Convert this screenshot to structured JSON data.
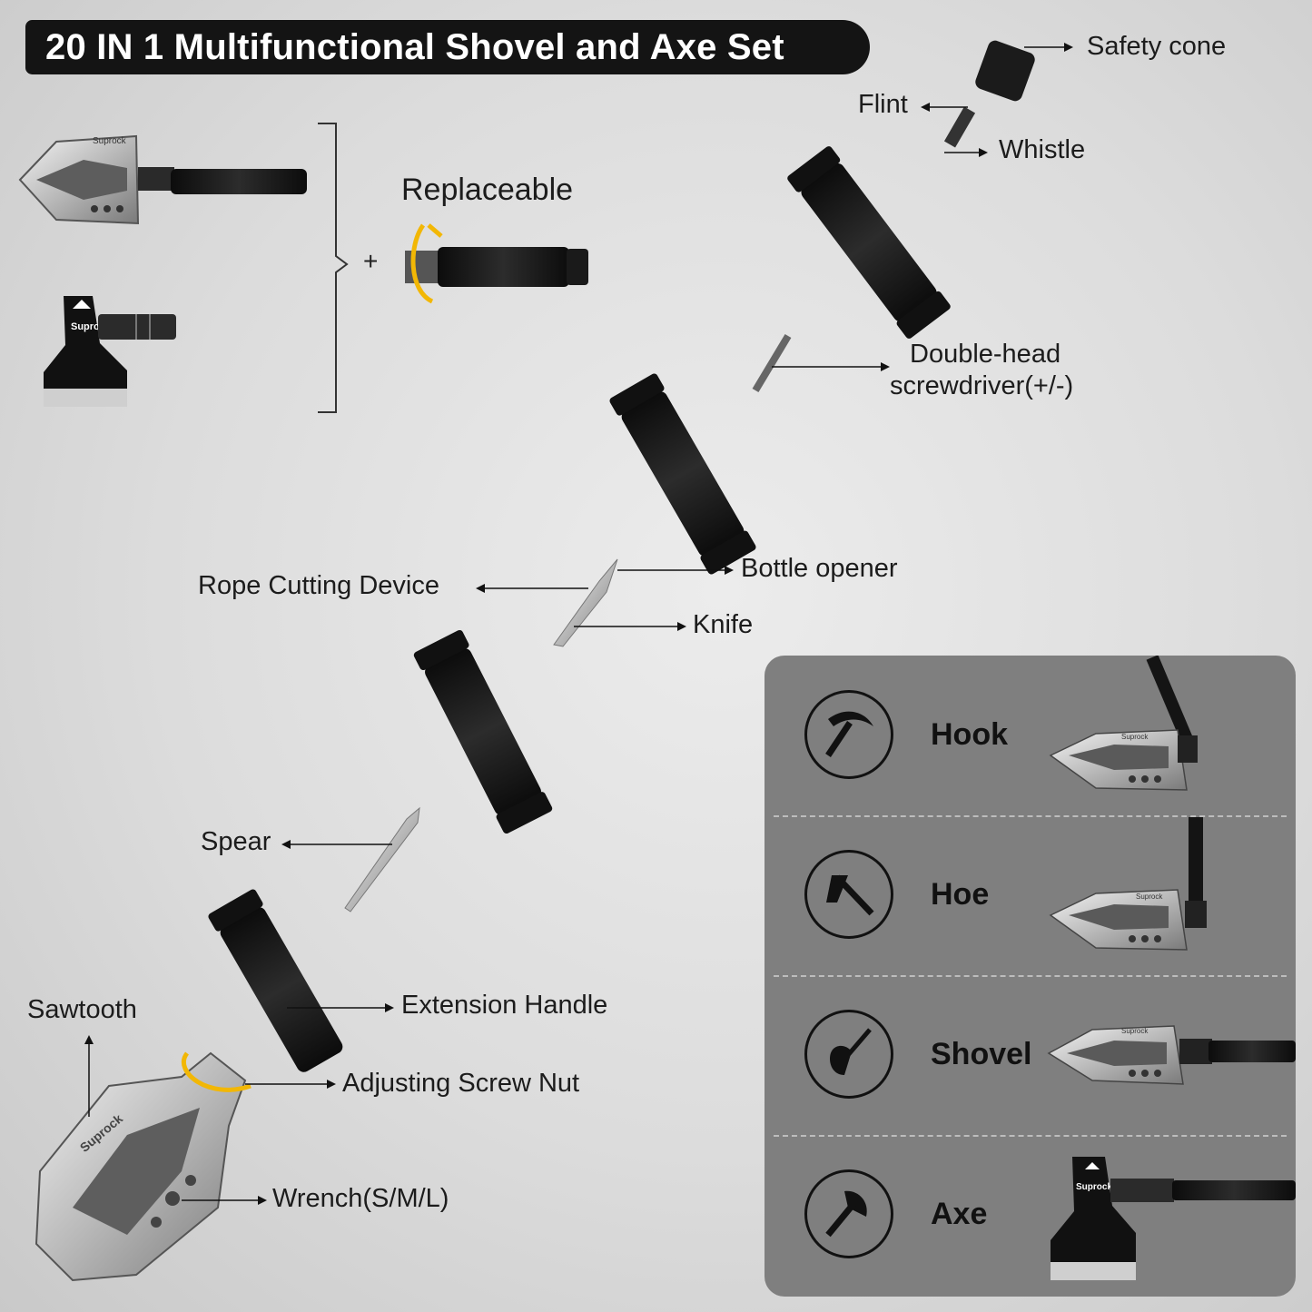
{
  "title": "20 IN 1 Multifunctional Shovel and Axe Set",
  "replaceable": {
    "heading": "Replaceable",
    "plus": "+",
    "shovel_brand": "Suprock",
    "axe_brand": "Suprock"
  },
  "callouts": {
    "safety_cone": "Safety cone",
    "flint": "Flint",
    "whistle": "Whistle",
    "screwdriver_line1": "Double-head",
    "screwdriver_line2": "screwdriver(+/-)",
    "bottle_opener": "Bottle opener",
    "rope_cutting": "Rope Cutting Device",
    "knife": "Knife",
    "spear": "Spear",
    "extension_handle": "Extension Handle",
    "sawtooth": "Sawtooth",
    "adjusting_nut": "Adjusting Screw Nut",
    "wrench": "Wrench(S/M/L)",
    "shovel_brand": "Suprock"
  },
  "modes": {
    "hook": {
      "label": "Hook",
      "icon": "pickaxe-icon",
      "brand": "Suprock"
    },
    "hoe": {
      "label": "Hoe",
      "icon": "hoe-icon",
      "brand": "Suprock"
    },
    "shovel": {
      "label": "Shovel",
      "icon": "spade-icon",
      "brand": "Suprock"
    },
    "axe": {
      "label": "Axe",
      "icon": "axe-icon",
      "brand": "Suprock"
    }
  },
  "colors": {
    "background": "#dcdcdc",
    "title_bar": "#141414",
    "panel": "#7f7f7f",
    "accent_arrow": "#f2b705"
  }
}
